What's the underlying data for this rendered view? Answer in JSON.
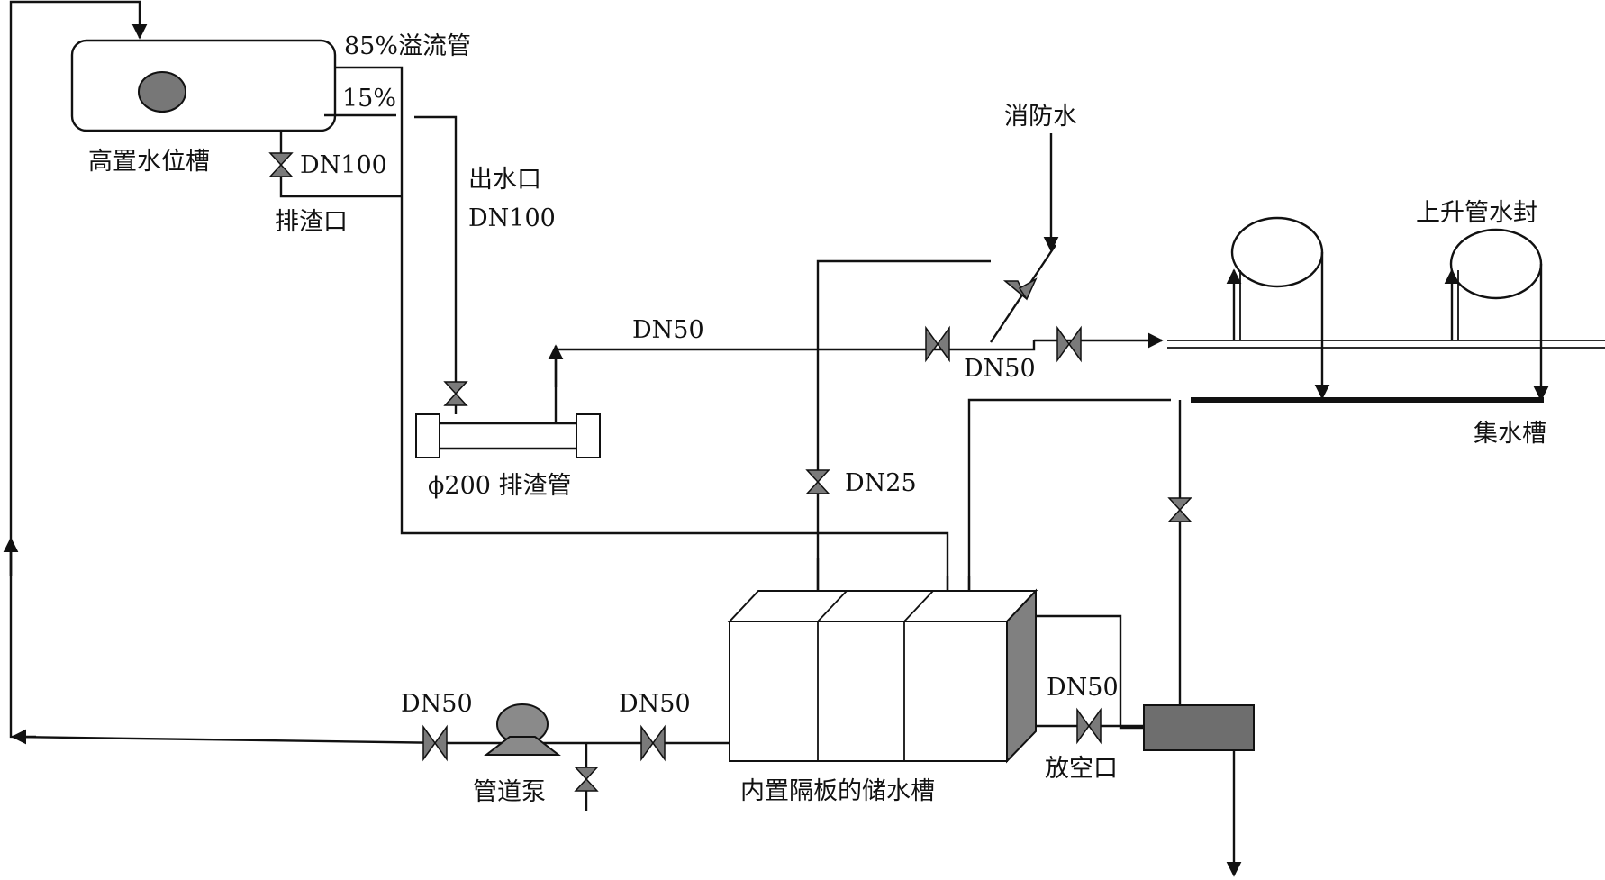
{
  "labels": {
    "overflow_pipe": "85%溢流管",
    "level_15": "15%",
    "high_tank": "高置水位槽",
    "dn100_valve": "DN100",
    "slag_outlet": "排渣口",
    "water_outlet": "出水口",
    "water_outlet_dn": "DN100",
    "fire_water": "消防水",
    "riser_seal": "上升管水封",
    "dn50_top": "DN50",
    "dn50_mid": "DN50",
    "collector": "集水槽",
    "slag_pipe": "ϕ200 排渣管",
    "dn25": "DN25",
    "dn50_pump_left": "DN50",
    "dn50_pump_right": "DN50",
    "dn50_vent": "DN50",
    "pump": "管道泵",
    "storage_tank": "内置隔板的储水槽",
    "vent": "放空口"
  },
  "colors": {
    "line": "#111111",
    "valve_fill": "#7a7a7a",
    "tank_side": "#808080",
    "pump_fill": "#8a8a8a"
  }
}
